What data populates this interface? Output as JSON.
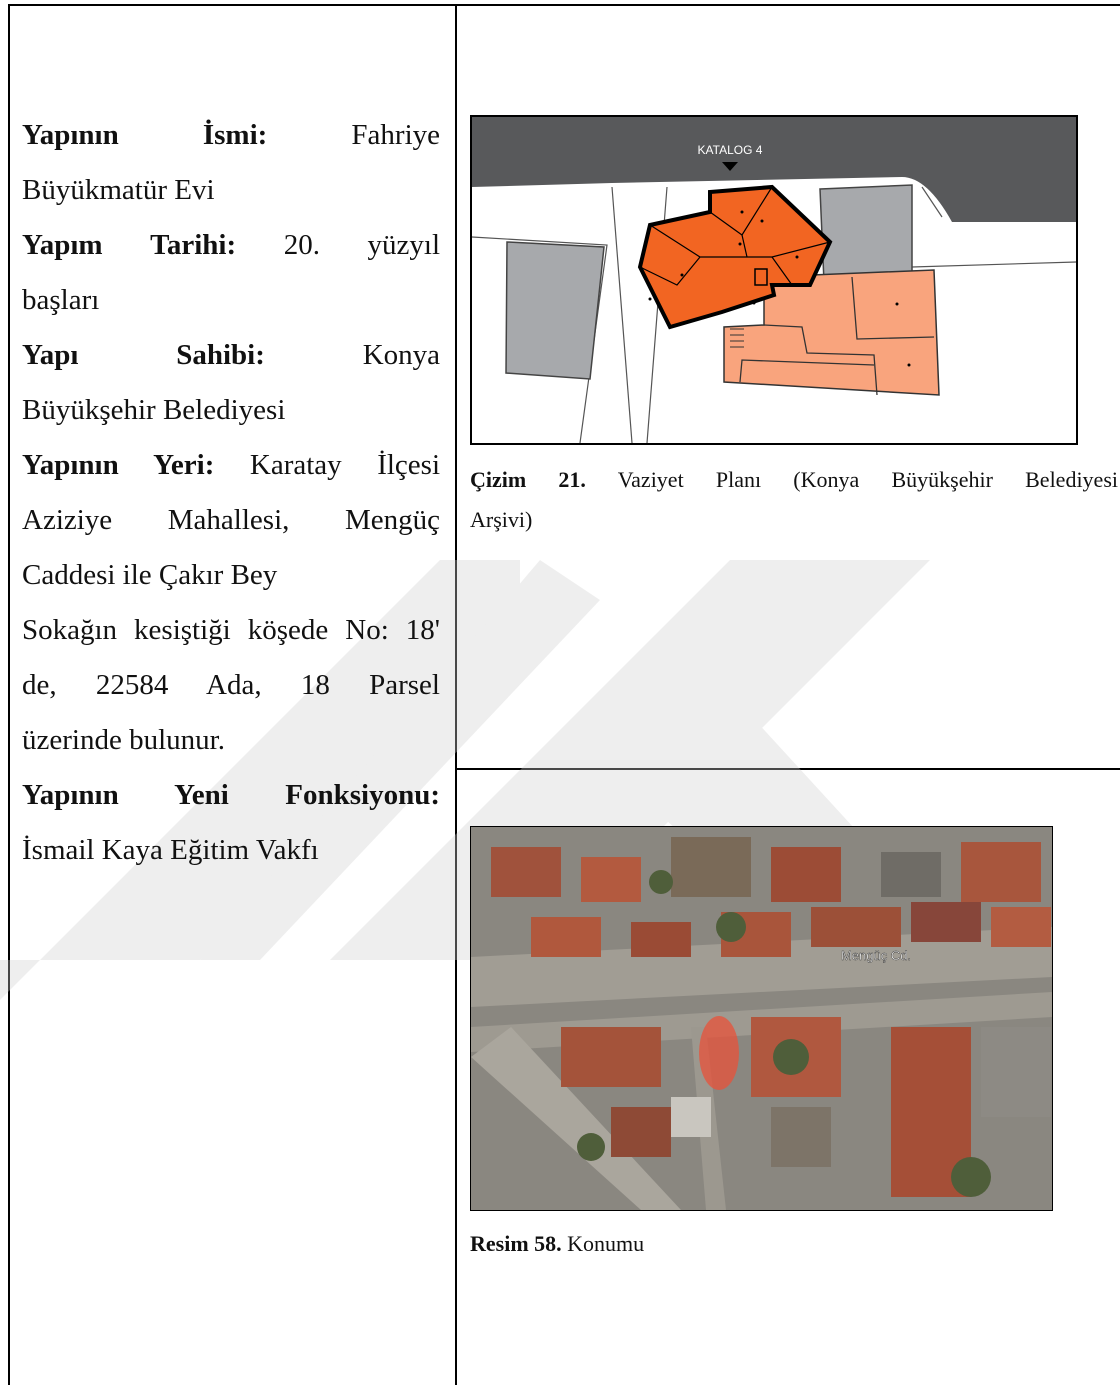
{
  "building": {
    "name_label": "Yapının İsmi:",
    "name_value_1": "Fahriye",
    "name_value_2": "Büyükmatür Evi",
    "date_label_1": "Yapım",
    "date_label_2": "Tarihi:",
    "date_value_1": "20.",
    "date_value_2": "yüzyıl",
    "date_value_3": "başları",
    "owner_label_1": "Yapı",
    "owner_label_2": "Sahibi:",
    "owner_value_1": "Konya",
    "owner_value_2": "Büyükşehir Belediyesi",
    "location_label": "Yapının Yeri:",
    "location_lines": [
      "Karatay İlçesi",
      "Aziziye Mahallesi, Mengüç",
      "Caddesi ile Çakır Bey",
      "Sokağın kesiştiği köşede No: 18'",
      "de, 22584 Ada, 18 Parsel",
      "üzerinde bulunur."
    ],
    "function_label": "Yapının Yeni Fonksiyonu:",
    "function_value": "İsmail Kaya Eğitim Vakfı"
  },
  "figure1": {
    "map_label": "KATALOG 4",
    "caption_bold": "Çizim 21.",
    "caption_text_1": "Vaziyet Planı (Konya Büyükşehir Belediyesi",
    "caption_text_2": "Arşivi)"
  },
  "figure2": {
    "street_label": "Mengüç Cd.",
    "caption_bold": "Resim 58.",
    "caption_text": "Konumu"
  },
  "colors": {
    "building_orange": "#f26522",
    "parcel_salmon": "#f9a47d",
    "road_gray": "#58595b",
    "block_gray": "#a7a9ac",
    "marker_red": "#e8523a"
  }
}
